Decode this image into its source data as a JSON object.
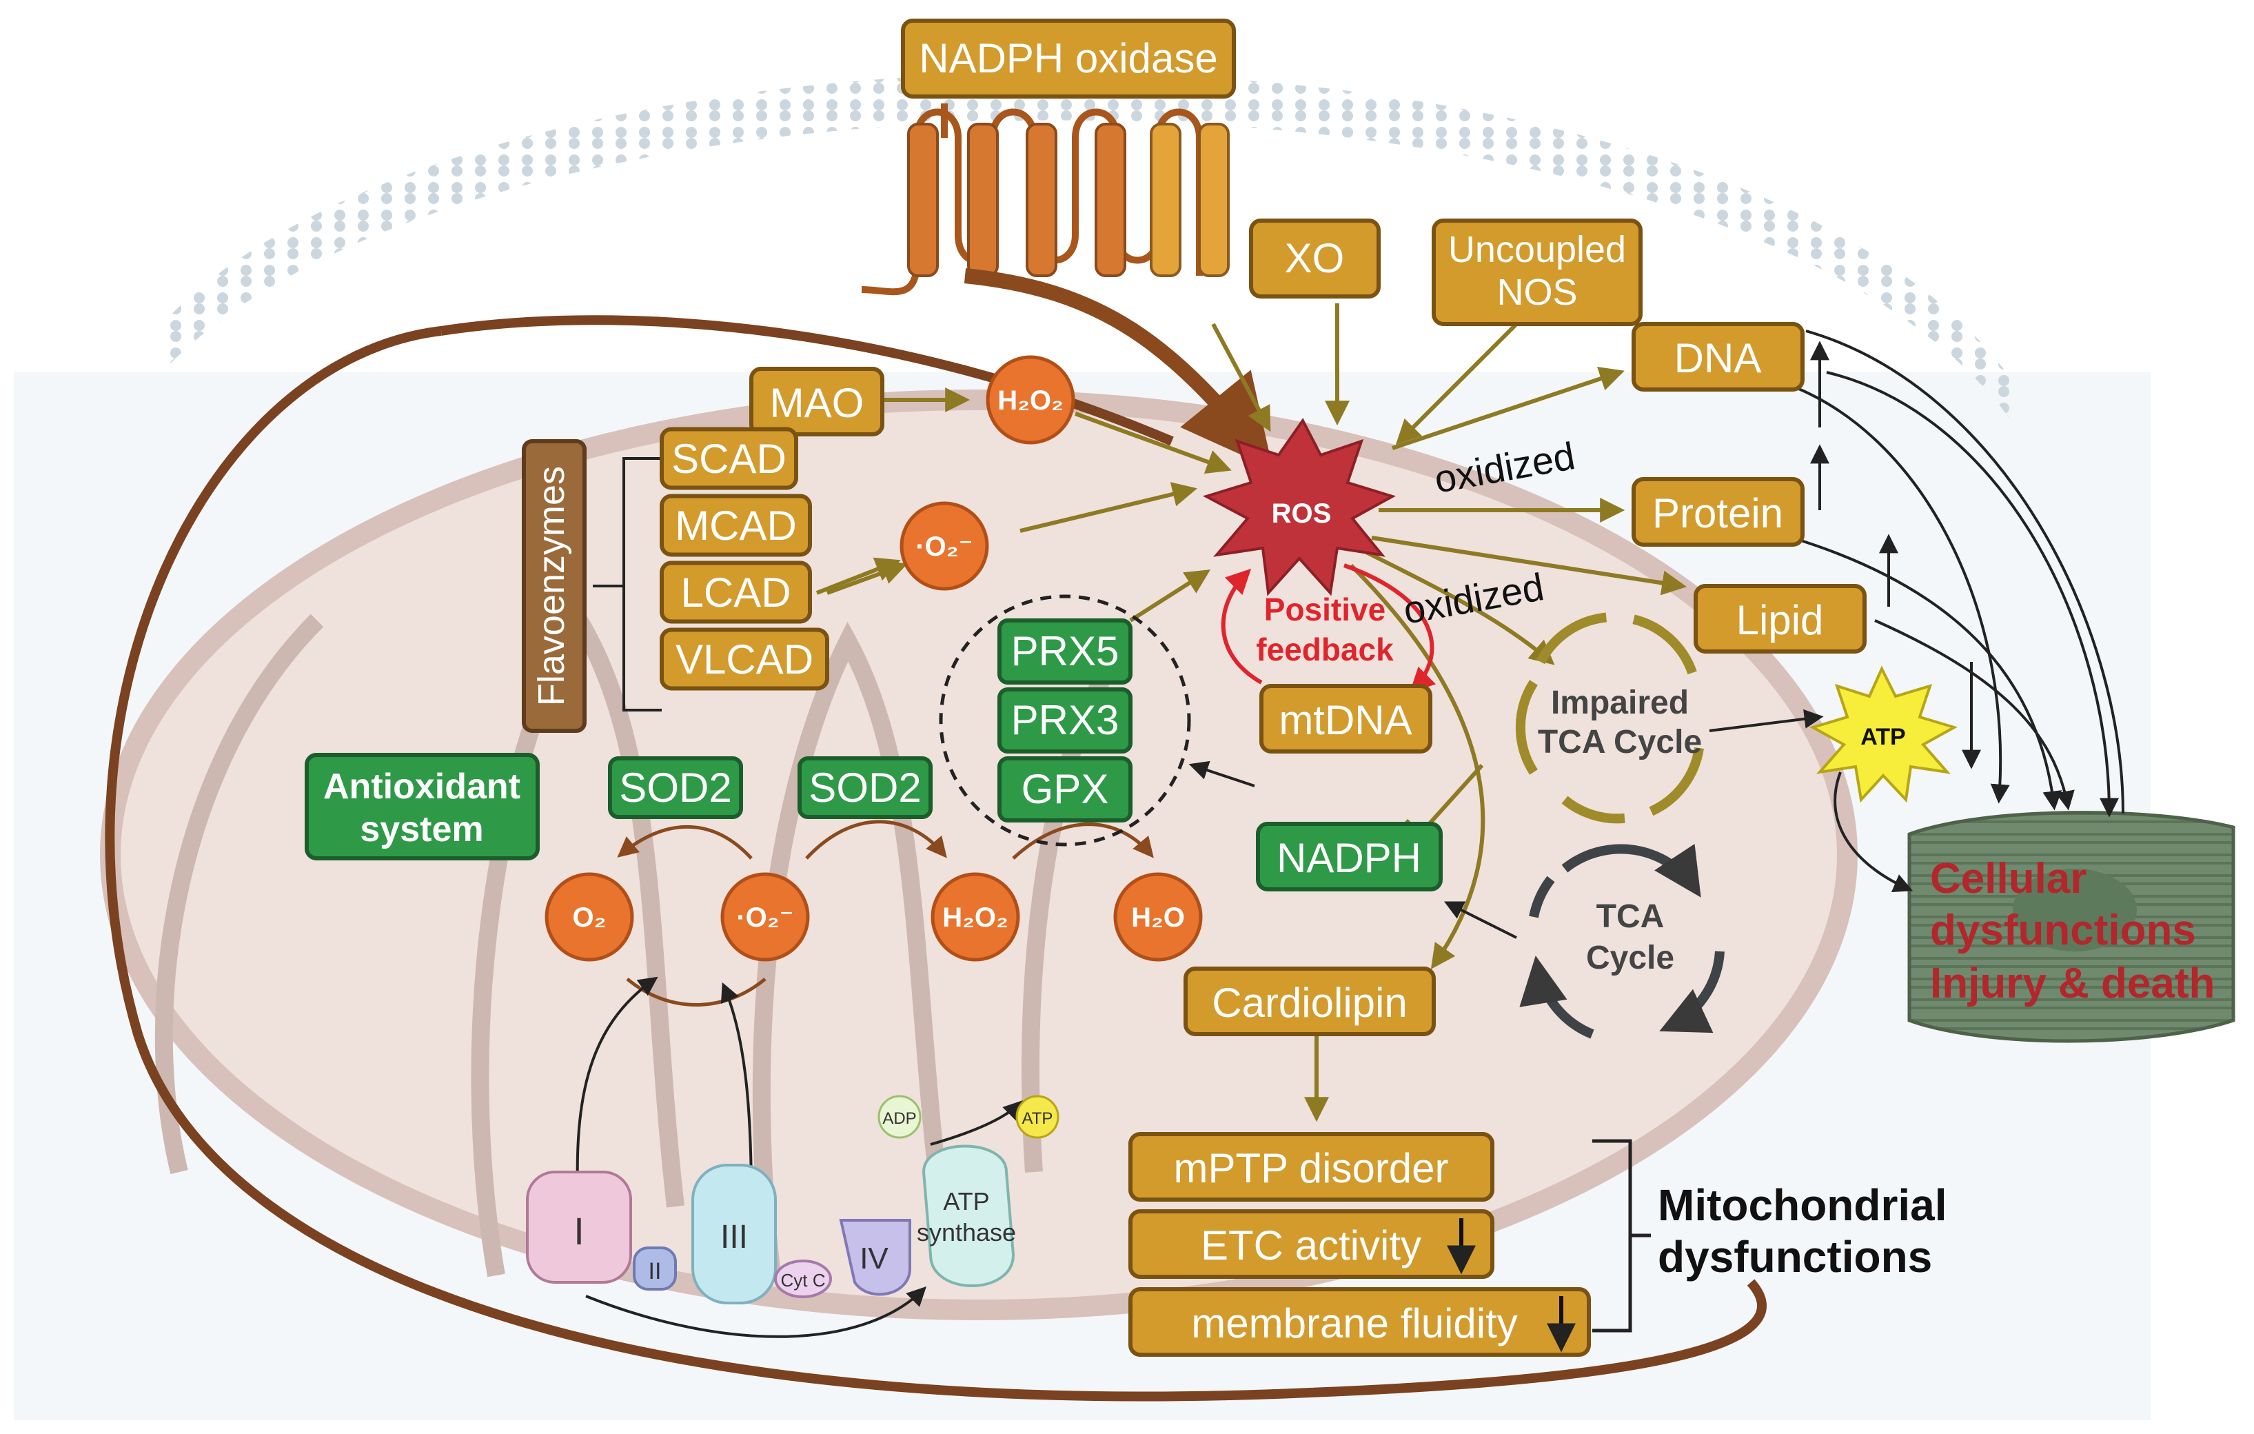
{
  "membrane": {
    "nadph_oxidase": "NADPH oxidase",
    "xo": "XO",
    "uncoupled_nos_line1": "Uncoupled",
    "uncoupled_nos_line2": "NOS"
  },
  "ros": {
    "label": "ROS",
    "positive_feedback_line1": "Positive",
    "positive_feedback_line2": "feedback",
    "oxidized_1": "oxidized",
    "oxidized_2": "oxidized"
  },
  "targets": {
    "dna": "DNA",
    "protein": "Protein",
    "lipid": "Lipid",
    "mtdna": "mtDNA",
    "atp": "ATP"
  },
  "sources": {
    "mao": "MAO",
    "h2o2": "H₂O₂",
    "superoxide": "·O₂⁻",
    "flavoenzymes": "Flavoenzymes",
    "flavo_items": [
      "SCAD",
      "MCAD",
      "LCAD",
      "VLCAD"
    ]
  },
  "antioxidant": {
    "title_line1": "Antioxidant",
    "title_line2": "system",
    "sod2_a": "SOD2",
    "sod2_b": "SOD2",
    "prx5": "PRX5",
    "prx3": "PRX3",
    "gpx": "GPX",
    "o2": "O₂",
    "superoxide": "·O₂⁻",
    "h2o2": "H₂O₂",
    "h2o": "H₂O",
    "nadph": "NADPH"
  },
  "tca": {
    "impaired_line1": "Impaired",
    "impaired_line2": "TCA Cycle",
    "normal_line1": "TCA",
    "normal_line2": "Cycle"
  },
  "etc": {
    "complex_1": "I",
    "complex_2": "II",
    "complex_3": "III",
    "cyt_c": "Cyt C",
    "complex_4": "IV",
    "atp_synthase_line1": "ATP",
    "atp_synthase_line2": "synthase",
    "adp": "ADP",
    "atp": "ATP"
  },
  "mito_dysfunction": {
    "cardiolipin": "Cardiolipin",
    "mptp": "mPTP disorder",
    "etc_activity": "ETC activity",
    "membrane_fluidity": "membrane fluidity",
    "title_line1": "Mitochondrial",
    "title_line2": "dysfunctions"
  },
  "cell_outcome": {
    "line1": "Cellular",
    "line2": "dysfunctions",
    "line3": "Injury & death"
  },
  "colors": {
    "gold": "#d39a2c",
    "green": "#2e9a48",
    "orange": "#e8742e",
    "ros_red": "#c0323a",
    "feedback_red": "#e0242c",
    "outcome_text": "#b3262b"
  }
}
